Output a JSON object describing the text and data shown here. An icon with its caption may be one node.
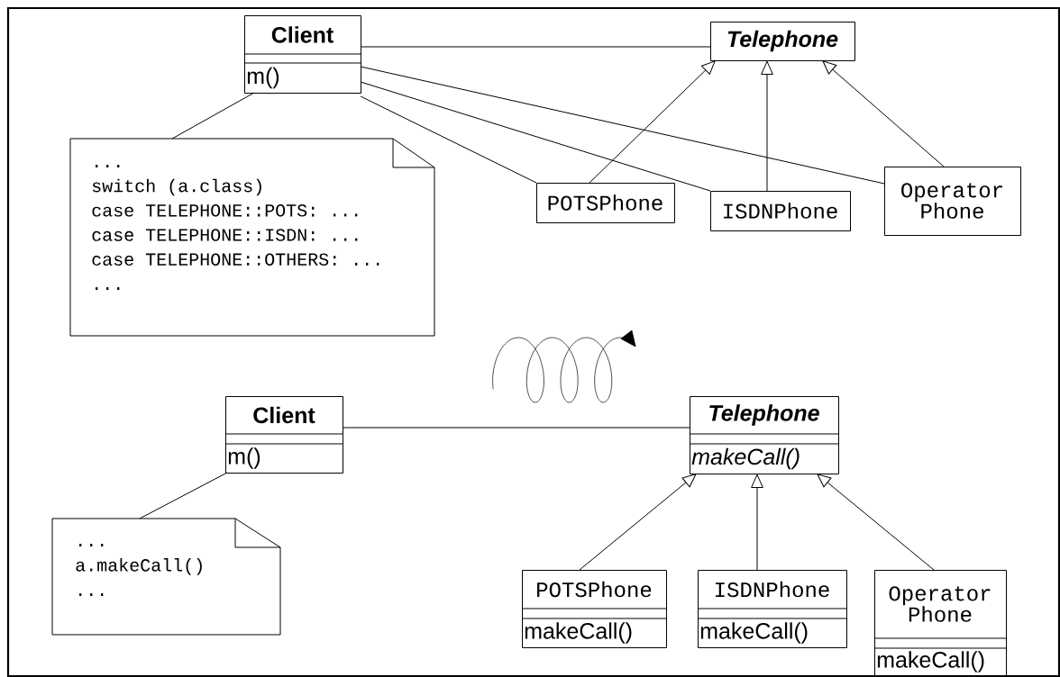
{
  "diagram": {
    "nodes": [
      {
        "text": [
          "Client",
          "m()"
        ]
      },
      {
        "text": [
          "Telephone"
        ]
      },
      {
        "text": [
          "...",
          "switch (a.class)",
          "case TELEPHONE::POTS: ...",
          "case TELEPHONE::ISDN: ...",
          "case TELEPHONE::OTHERS: ...",
          "..."
        ]
      },
      {
        "text": [
          "POTSPhone"
        ]
      },
      {
        "text": [
          "ISDNPhone"
        ]
      },
      {
        "text": [
          "Operator Phone"
        ]
      },
      {
        "text": [
          "Client",
          "m()"
        ]
      },
      {
        "text": [
          "Telephone",
          "makeCall()"
        ]
      },
      {
        "text": [
          "...",
          "a.makeCall()",
          "..."
        ]
      },
      {
        "text": [
          "POTSPhone",
          "makeCall()"
        ]
      },
      {
        "text": [
          "ISDNPhone",
          "makeCall()"
        ]
      },
      {
        "text": [
          "Operator Phone",
          "makeCall()"
        ]
      }
    ],
    "edges": [
      {
        "from": 0,
        "to": 1,
        "arrow": "none"
      },
      {
        "from": 3,
        "to": 1,
        "arrow": "to"
      },
      {
        "from": 4,
        "to": 1,
        "arrow": "to"
      },
      {
        "from": 5,
        "to": 1,
        "arrow": "to"
      },
      {
        "from": 0,
        "to": 2,
        "arrow": "none"
      },
      {
        "from": 0,
        "to": 3,
        "arrow": "none"
      },
      {
        "from": 0,
        "to": 4,
        "arrow": "none"
      },
      {
        "from": 0,
        "to": 5,
        "arrow": "none"
      },
      {
        "from": 6,
        "to": 7,
        "arrow": "none"
      },
      {
        "from": 9,
        "to": 7,
        "arrow": "to"
      },
      {
        "from": 10,
        "to": 7,
        "arrow": "to"
      },
      {
        "from": 11,
        "to": 7,
        "arrow": "to"
      },
      {
        "from": 6,
        "to": 8,
        "arrow": "none"
      }
    ]
  }
}
